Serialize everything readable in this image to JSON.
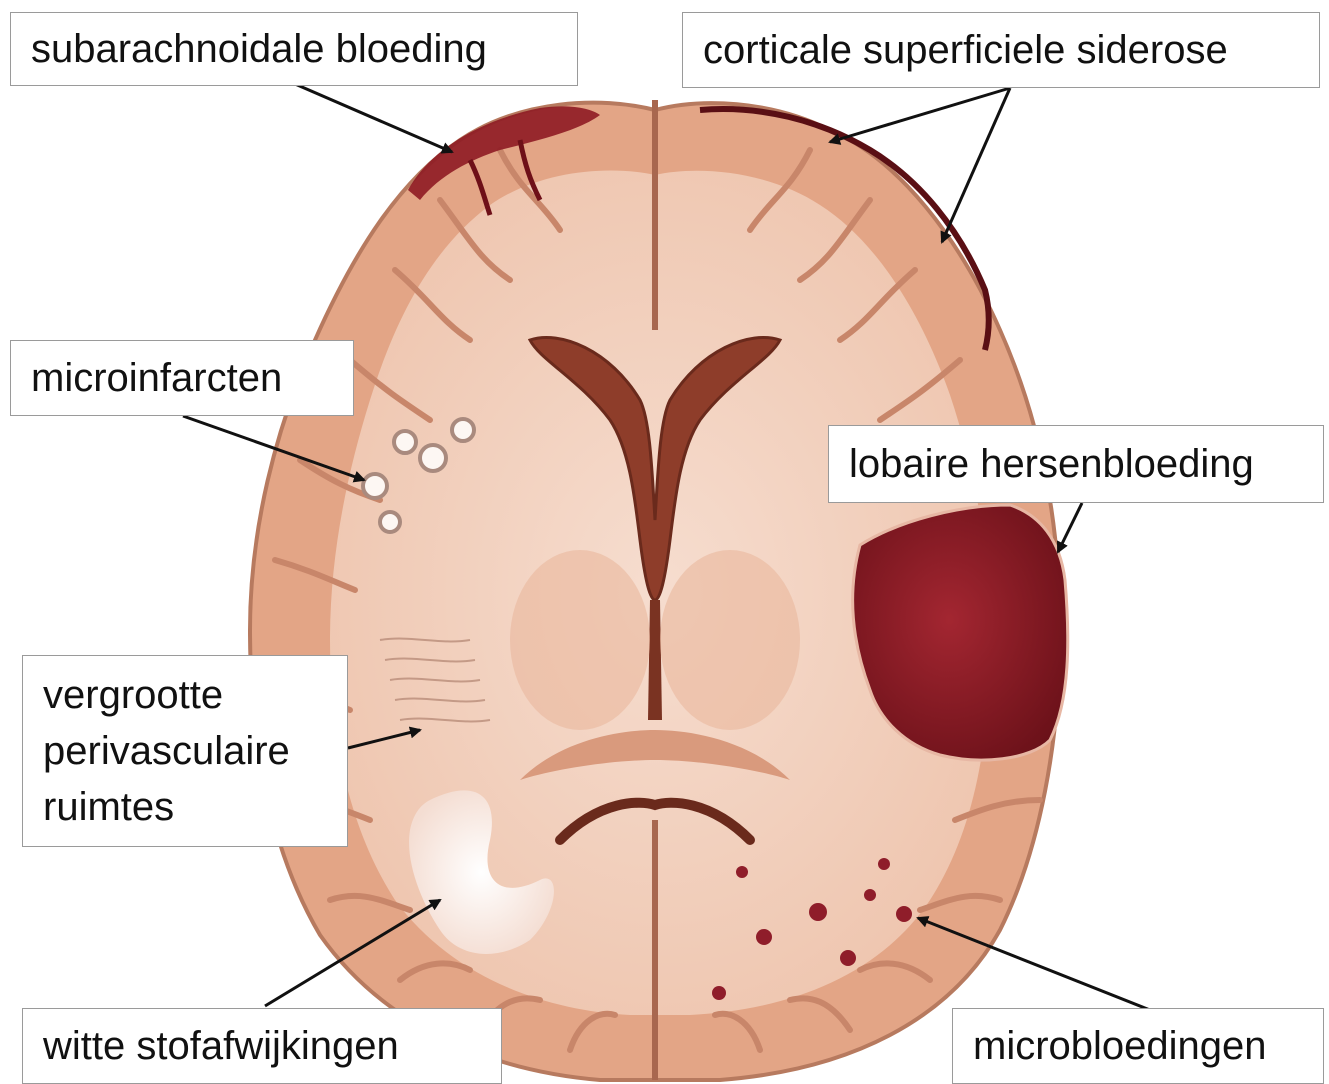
{
  "labels": {
    "subarachnoid": "subarachnoidale bloeding",
    "siderosis": "corticale superficiele siderose",
    "microinfarcts": "microinfarcten",
    "lobar_hemorrhage": "lobaire hersenbloeding",
    "perivascular_line1": "vergrootte",
    "perivascular_line2": "perivasculaire",
    "perivascular_line3": "ruimtes",
    "white_matter": "witte stofafwijkingen",
    "microbleeds": "microbloedingen"
  },
  "colors": {
    "cortex": "#e3a586",
    "cortex_edge": "#b77a5f",
    "white_matter": "#f3d6c6",
    "ventricle": "#8e3d2a",
    "hemorrhage": "#8a1c22",
    "microbleed": "#8f1d2a",
    "lesion": "#fbf3ee",
    "siderosis": "#5a0f14"
  }
}
